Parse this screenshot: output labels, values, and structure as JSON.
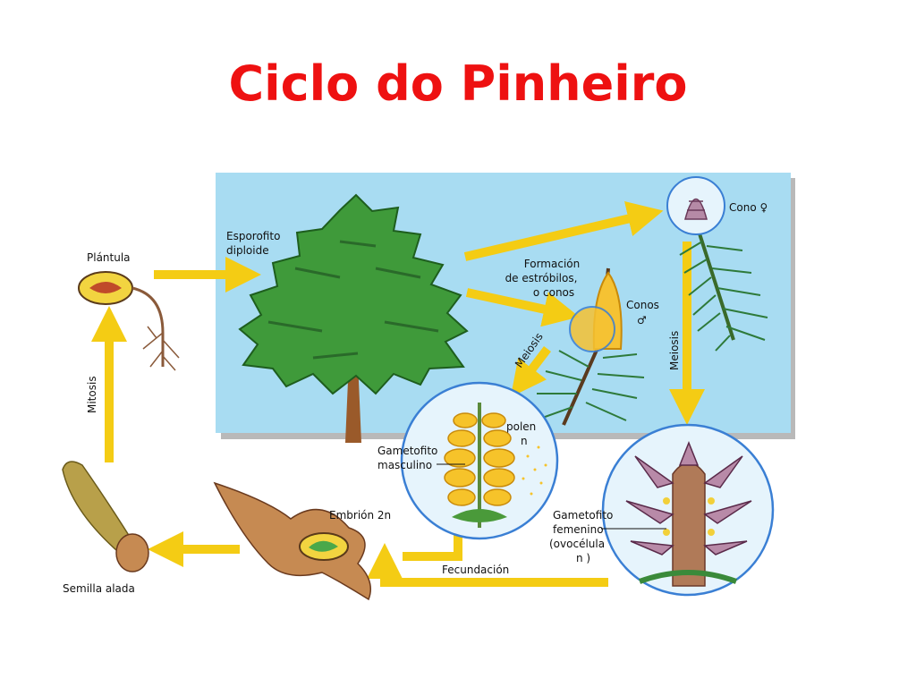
{
  "title": "Ciclo do Pinheiro",
  "colors": {
    "title": "#ee1111",
    "panel": "#a8dcf2",
    "arrow": "#f4cc14",
    "circle_fill": "#e6f4fc",
    "circle_stroke": "#3a7fd4"
  },
  "labels": {
    "esporofito": [
      "Esporofito",
      "diploide"
    ],
    "formacion": [
      "Formación",
      "de estróbilos,",
      "o conos"
    ],
    "cono_fem": "Cono ♀",
    "conos_masc": [
      "Conos",
      "♂"
    ],
    "meiosis_left": "Meiosis",
    "meiosis_right": "Meiosis",
    "plantula": "Plántula",
    "mitosis": "Mitosis",
    "semilla": "Semilla alada",
    "embrion": "Embrión 2n",
    "polen": [
      "polen",
      "n"
    ],
    "gam_masc": [
      "Gametofito",
      "masculino"
    ],
    "gam_fem": [
      "Gametofito",
      "femenino",
      "(ovocélula",
      "n )"
    ],
    "fecundacion": "Fecundación"
  }
}
